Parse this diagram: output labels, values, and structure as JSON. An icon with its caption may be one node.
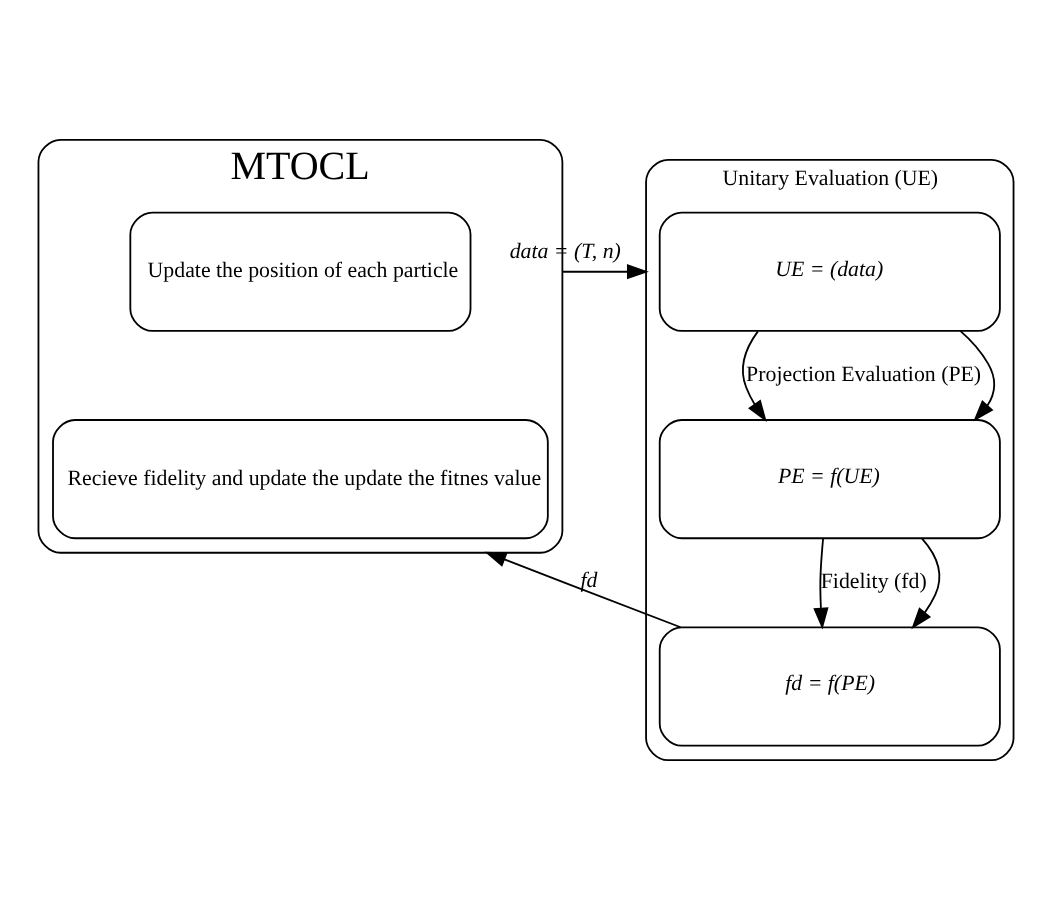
{
  "diagram": {
    "nodes": [
      {
        "text": [
          "MTOCL"
        ]
      },
      {
        "text": [
          "Update the position of each particle"
        ],
        "in": 0
      },
      {
        "text": [
          "Recieve fidelity and update the update the fitnes value"
        ],
        "in": 0
      },
      {
        "text": [
          "Unitary Evaluation (UE)"
        ]
      },
      {
        "text": [
          "UE = (data)"
        ],
        "in": 3
      },
      {
        "text": [
          "PE = f(UE)"
        ],
        "in": 3
      },
      {
        "text": [
          "fd = f(PE)"
        ],
        "in": 3
      }
    ],
    "edges": [
      {
        "from": 0,
        "to": 3,
        "arrow": "to",
        "label": "data = (T, n)"
      },
      {
        "from": 4,
        "to": 5,
        "arrow": "to",
        "label": "Projection Evaluation (PE)"
      },
      {
        "from": 4,
        "to": 5,
        "arrow": "to"
      },
      {
        "from": 5,
        "to": 6,
        "arrow": "to",
        "label": "Fidelity (fd)"
      },
      {
        "from": 5,
        "to": 6,
        "arrow": "to"
      },
      {
        "from": 6,
        "to": 0,
        "arrow": "to",
        "label": "fd"
      }
    ]
  }
}
